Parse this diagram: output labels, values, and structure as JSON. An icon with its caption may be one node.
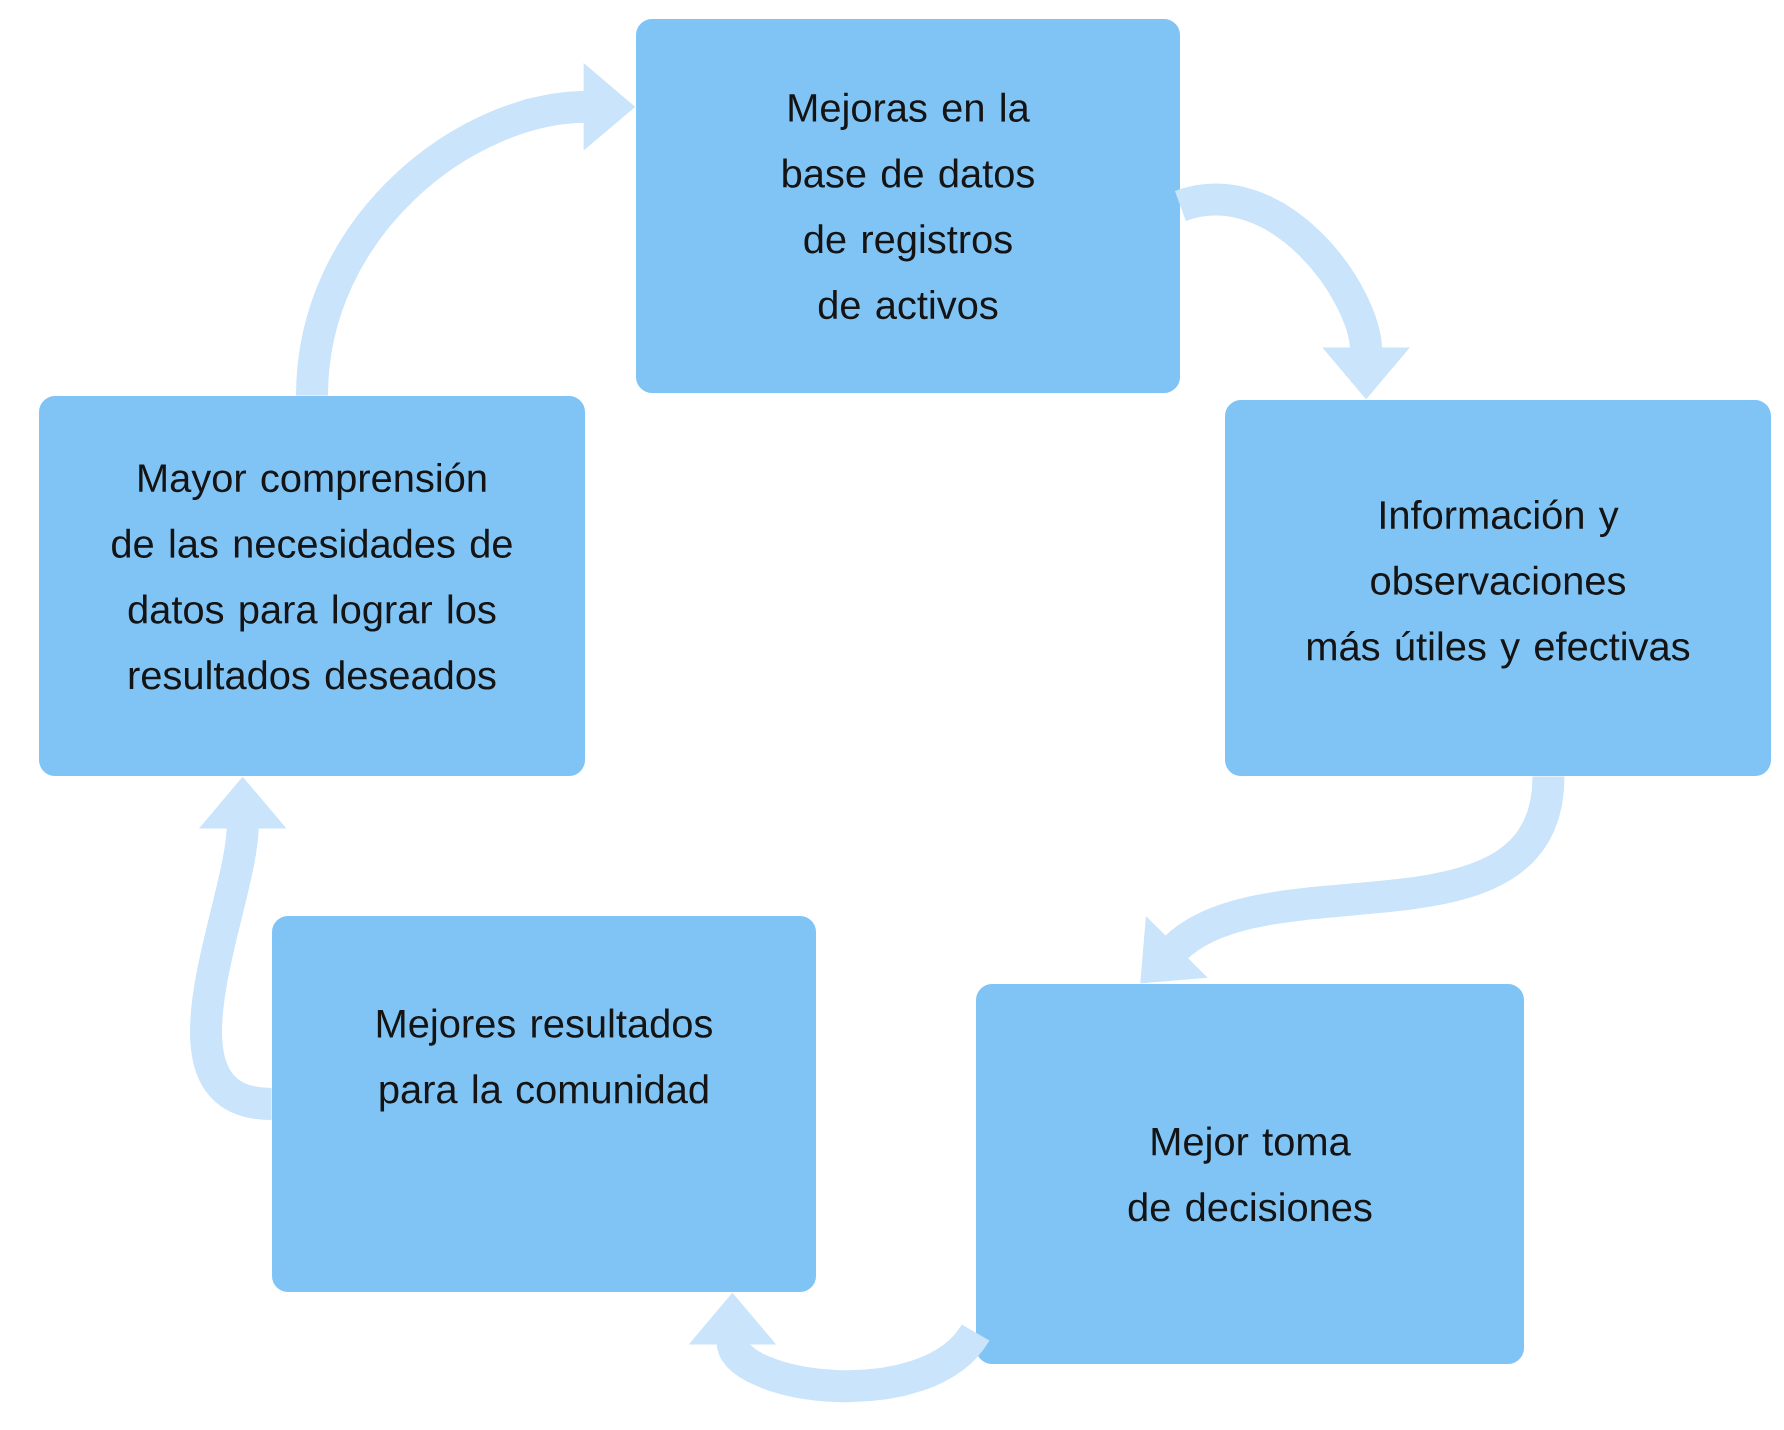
{
  "diagram": {
    "nodes": [
      {
        "text": [
          "Mejoras en la base de datos de registros de activos"
        ]
      },
      {
        "text": [
          "Información y observaciones más útiles y efectivas"
        ]
      },
      {
        "text": [
          "Mejor toma de decisiones"
        ]
      },
      {
        "text": [
          "Mejores resultados para la comunidad"
        ]
      },
      {
        "text": [
          "Mayor comprensión de las necesidades de datos para lograr los resultados deseados"
        ]
      }
    ],
    "edges": [
      {
        "from": 0,
        "to": 1,
        "arrow": "to"
      },
      {
        "from": 1,
        "to": 2,
        "arrow": "to"
      },
      {
        "from": 2,
        "to": 3,
        "arrow": "to"
      },
      {
        "from": 3,
        "to": 4,
        "arrow": "to"
      },
      {
        "from": 4,
        "to": 0,
        "arrow": "to"
      }
    ]
  }
}
